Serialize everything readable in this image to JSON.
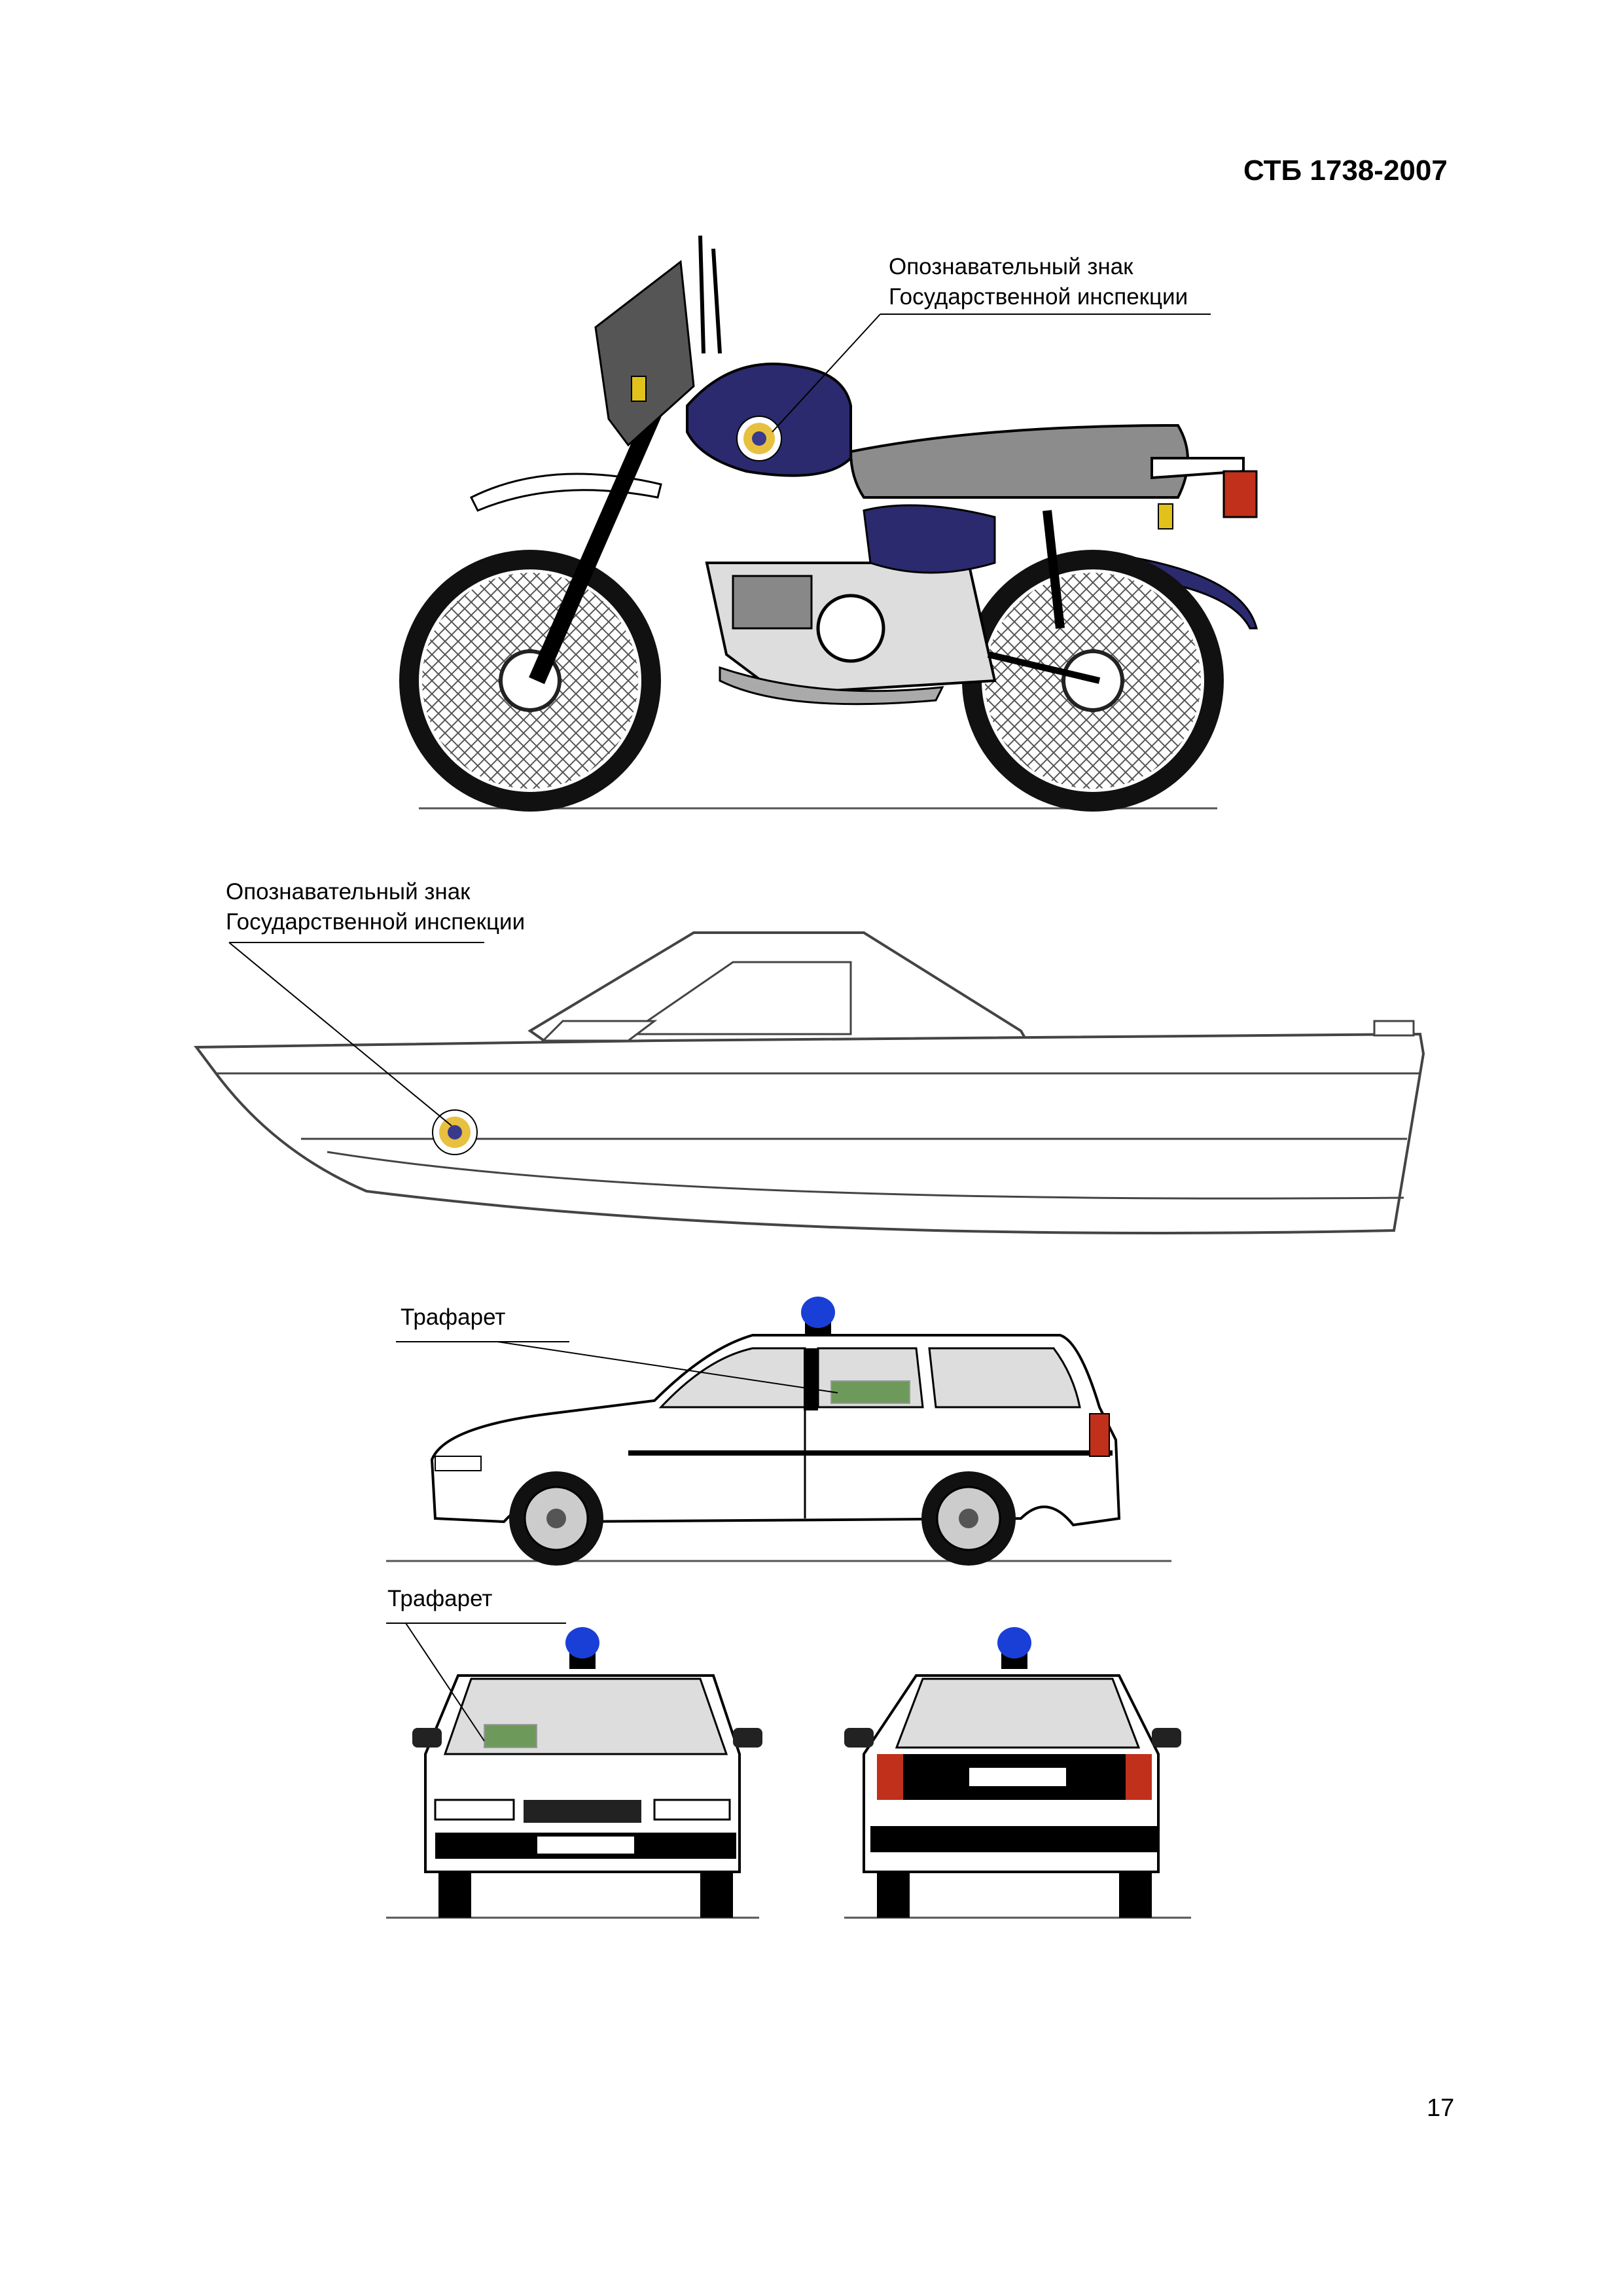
{
  "header": {
    "standard_code": "СТБ 1738-2007"
  },
  "motorcycle": {
    "callout_line1": "Опознавательный знак",
    "callout_line2": "Государственной инспекции"
  },
  "boat": {
    "callout_line1": "Опознавательный знак",
    "callout_line2": "Государственной инспекции"
  },
  "car_side": {
    "callout": "Трафарет"
  },
  "car_front": {
    "callout": "Трафарет"
  },
  "footer": {
    "page_number": "17"
  },
  "colors": {
    "tank_blue": "#2b2a6e",
    "seat_gray": "#8c8c8c",
    "beacon_blue": "#1a3fd6",
    "tail_red": "#c0301a",
    "stencil_green": "#6d9a5a"
  }
}
